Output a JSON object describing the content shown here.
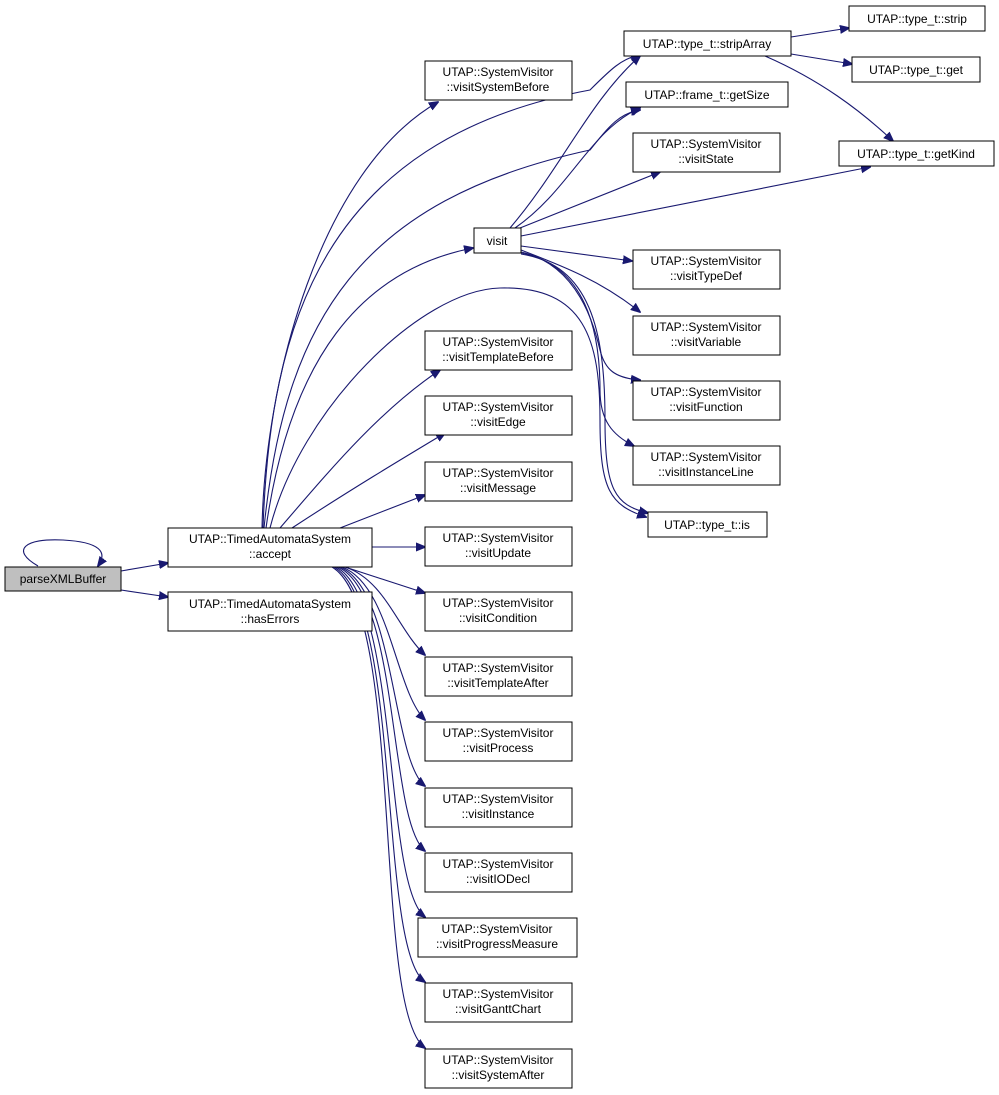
{
  "nodes": {
    "parseXMLBuffer": [
      "parseXMLBuffer"
    ],
    "accept": [
      "UTAP::TimedAutomataSystem",
      "::accept"
    ],
    "hasErrors": [
      "UTAP::TimedAutomataSystem",
      "::hasErrors"
    ],
    "visitSystemBefore": [
      "UTAP::SystemVisitor",
      "::visitSystemBefore"
    ],
    "visit": [
      "visit"
    ],
    "visitTemplateBefore": [
      "UTAP::SystemVisitor",
      "::visitTemplateBefore"
    ],
    "visitEdge": [
      "UTAP::SystemVisitor",
      "::visitEdge"
    ],
    "visitMessage": [
      "UTAP::SystemVisitor",
      "::visitMessage"
    ],
    "visitUpdate": [
      "UTAP::SystemVisitor",
      "::visitUpdate"
    ],
    "visitCondition": [
      "UTAP::SystemVisitor",
      "::visitCondition"
    ],
    "visitTemplateAfter": [
      "UTAP::SystemVisitor",
      "::visitTemplateAfter"
    ],
    "visitProcess": [
      "UTAP::SystemVisitor",
      "::visitProcess"
    ],
    "visitInstance": [
      "UTAP::SystemVisitor",
      "::visitInstance"
    ],
    "visitIODecl": [
      "UTAP::SystemVisitor",
      "::visitIODecl"
    ],
    "visitProgressMeasure": [
      "UTAP::SystemVisitor",
      "::visitProgressMeasure"
    ],
    "visitGanttChart": [
      "UTAP::SystemVisitor",
      "::visitGanttChart"
    ],
    "visitSystemAfter": [
      "UTAP::SystemVisitor",
      "::visitSystemAfter"
    ],
    "stripArray": [
      "UTAP::type_t::stripArray"
    ],
    "getSize": [
      "UTAP::frame_t::getSize"
    ],
    "visitState": [
      "UTAP::SystemVisitor",
      "::visitState"
    ],
    "visitTypeDef": [
      "UTAP::SystemVisitor",
      "::visitTypeDef"
    ],
    "visitVariable": [
      "UTAP::SystemVisitor",
      "::visitVariable"
    ],
    "visitFunction": [
      "UTAP::SystemVisitor",
      "::visitFunction"
    ],
    "visitInstanceLine": [
      "UTAP::SystemVisitor",
      "::visitInstanceLine"
    ],
    "is": [
      "UTAP::type_t::is"
    ],
    "strip": [
      "UTAP::type_t::strip"
    ],
    "get": [
      "UTAP::type_t::get"
    ],
    "getKind": [
      "UTAP::type_t::getKind"
    ]
  },
  "colors": {
    "edge": "#191970",
    "root_fill": "#bfbfbf",
    "node_fill": "#ffffff",
    "node_border": "#000000"
  }
}
